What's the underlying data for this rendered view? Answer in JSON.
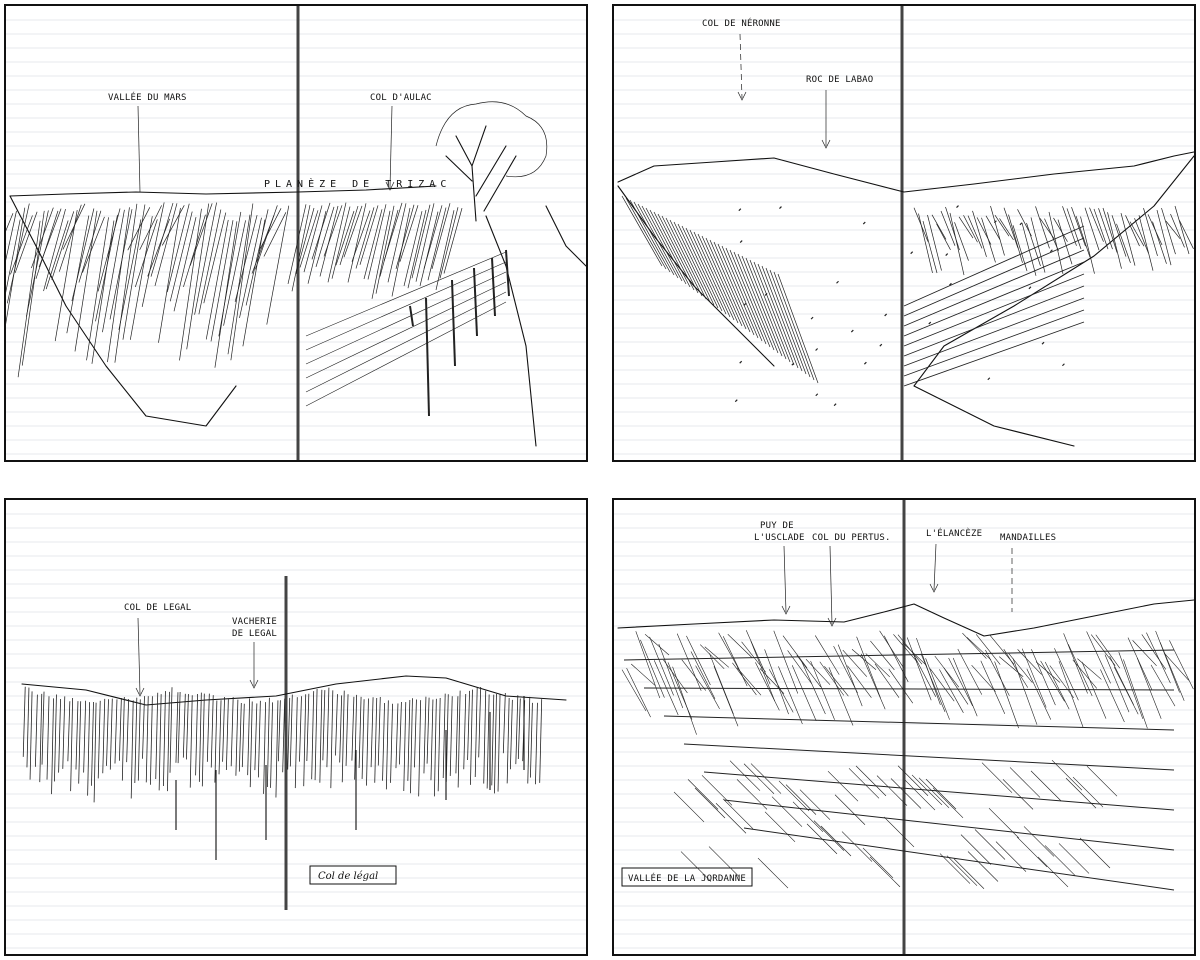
{
  "sketches": [
    {
      "labels": [
        "VALLÉE DU MARS",
        "COL D'AULAC",
        "PLANÈZE DE TRIZAC"
      ]
    },
    {
      "labels": [
        "COL DE NÉRONNE",
        "ROC DE LABAO"
      ]
    },
    {
      "labels": [
        "COL DE LEGAL",
        "VACHERIE",
        "DE LEGAL"
      ],
      "caption": "Col de légal"
    },
    {
      "labels": [
        "PUY DE",
        "L'USCLADE",
        "COL DU PERTUS.",
        "L'ÉLANCÈZE",
        "MANDAILLES"
      ],
      "caption": "VALLÉE DE LA JORDANNE"
    }
  ],
  "colors": {
    "ink": "#111111",
    "paper": "#ffffff",
    "rule": "#dfe3e8"
  }
}
